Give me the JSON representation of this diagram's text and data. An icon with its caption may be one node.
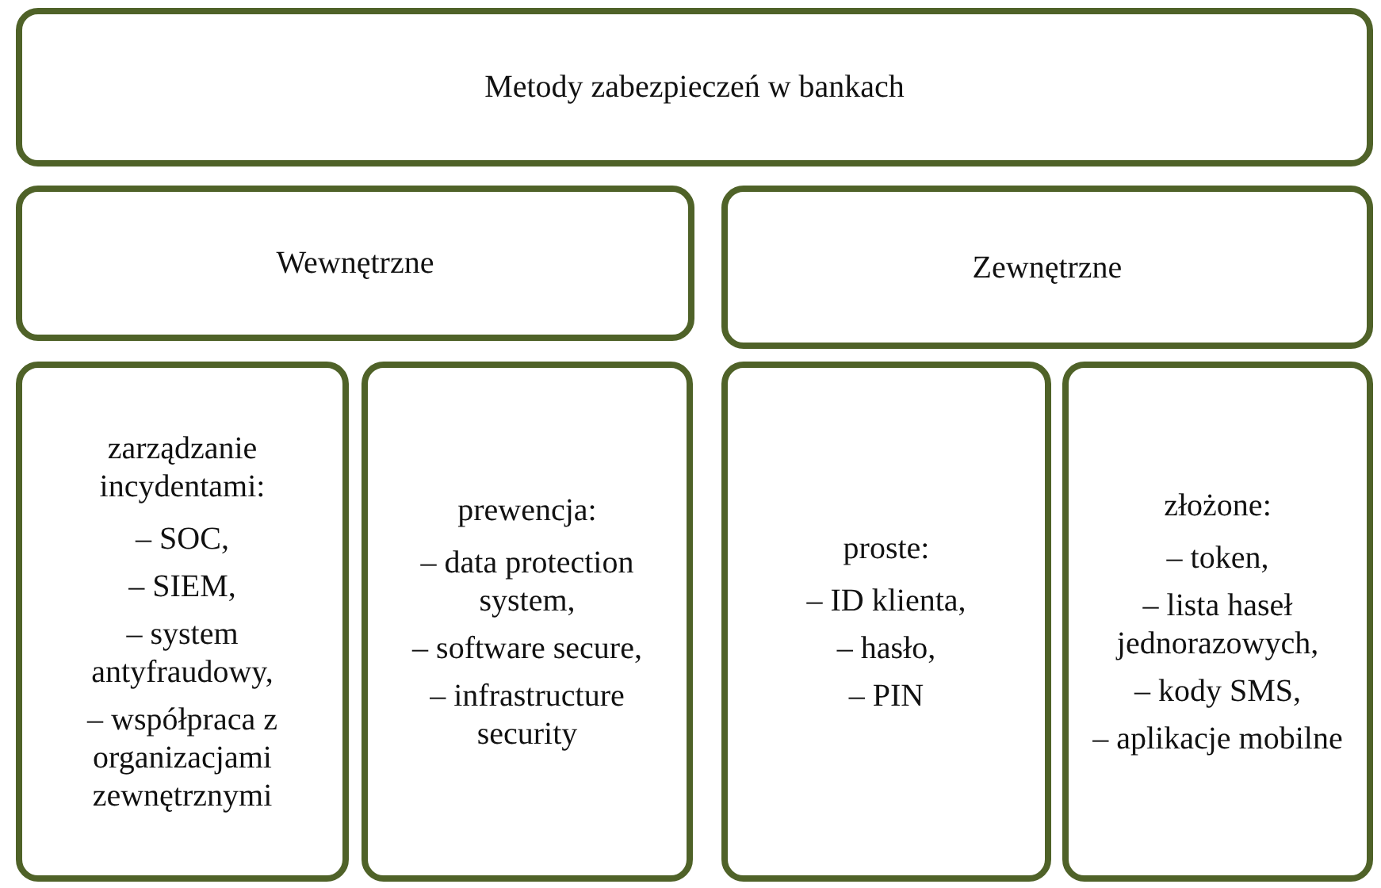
{
  "diagram": {
    "nodes": [
      {
        "text": [
          "Metody zabezpieczeń w bankach"
        ]
      },
      {
        "text": [
          "Wewnętrzne"
        ]
      },
      {
        "text": [
          "Zewnętrzne"
        ]
      },
      {
        "text": [
          "zarządzanie incydentami:",
          "– SOC,",
          "– SIEM,",
          "– system antyfraudowy,",
          "– współpraca z organizacjami zewnętrznymi"
        ]
      },
      {
        "text": [
          "prewencja:",
          "– data protection system,",
          "– software secure,",
          "– infrastructure security"
        ]
      },
      {
        "text": [
          "proste:",
          "– ID klienta,",
          "– hasło,",
          "– PIN"
        ]
      },
      {
        "text": [
          "złożone:",
          "– token,",
          "– lista haseł jednorazowych,",
          "– kody SMS,",
          "– aplikacje mobilne"
        ]
      }
    ]
  }
}
